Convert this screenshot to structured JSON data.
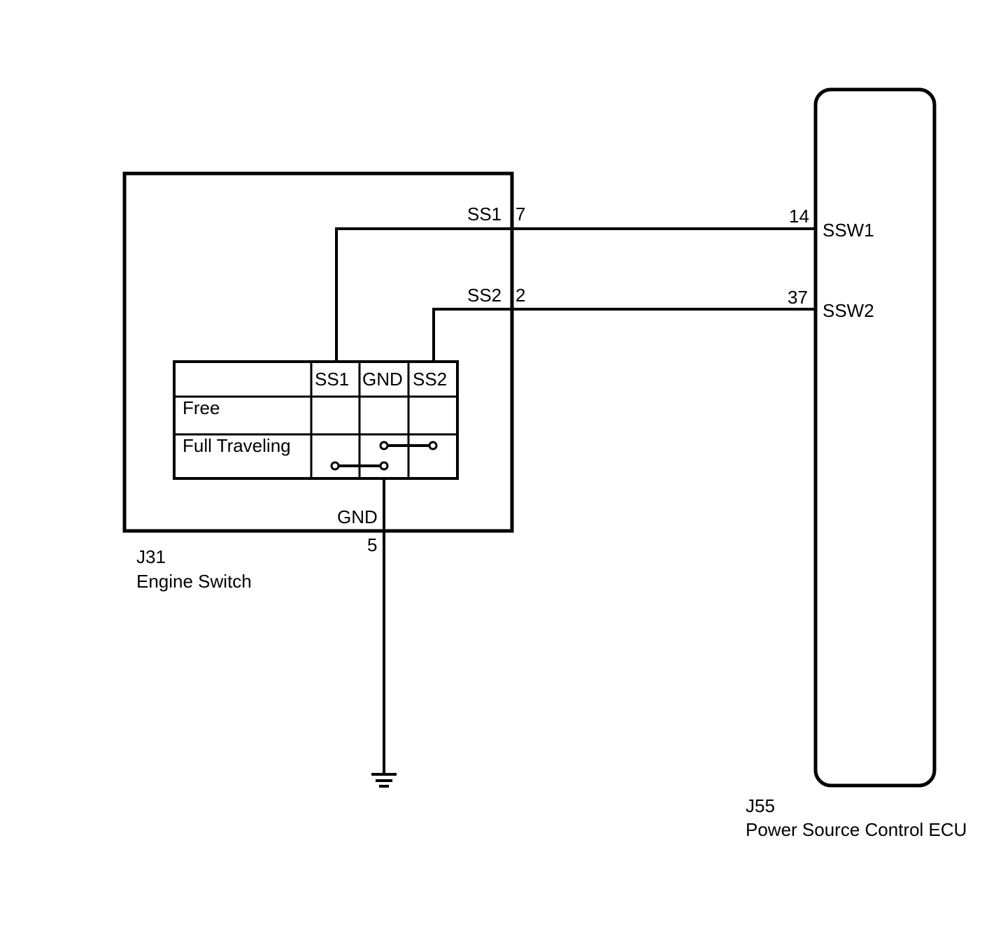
{
  "colors": {
    "line": "#000000",
    "background": "#ffffff"
  },
  "engine_switch": {
    "id": "J31",
    "name": "Engine Switch",
    "pins": {
      "ss1": {
        "name": "SS1",
        "number": "7"
      },
      "ss2": {
        "name": "SS2",
        "number": "2"
      },
      "gnd": {
        "name": "GND",
        "number": "5"
      }
    },
    "switch_table": {
      "headers": [
        "SS1",
        "GND",
        "SS2"
      ],
      "rows": [
        {
          "label": "Free"
        },
        {
          "label": "Full Traveling"
        }
      ]
    }
  },
  "ecu": {
    "id": "J55",
    "name": "Power Source Control ECU",
    "pins": {
      "ssw1": {
        "name": "SSW1",
        "number": "14"
      },
      "ssw2": {
        "name": "SSW2",
        "number": "37"
      }
    }
  },
  "ground_symbol": "ground-icon"
}
